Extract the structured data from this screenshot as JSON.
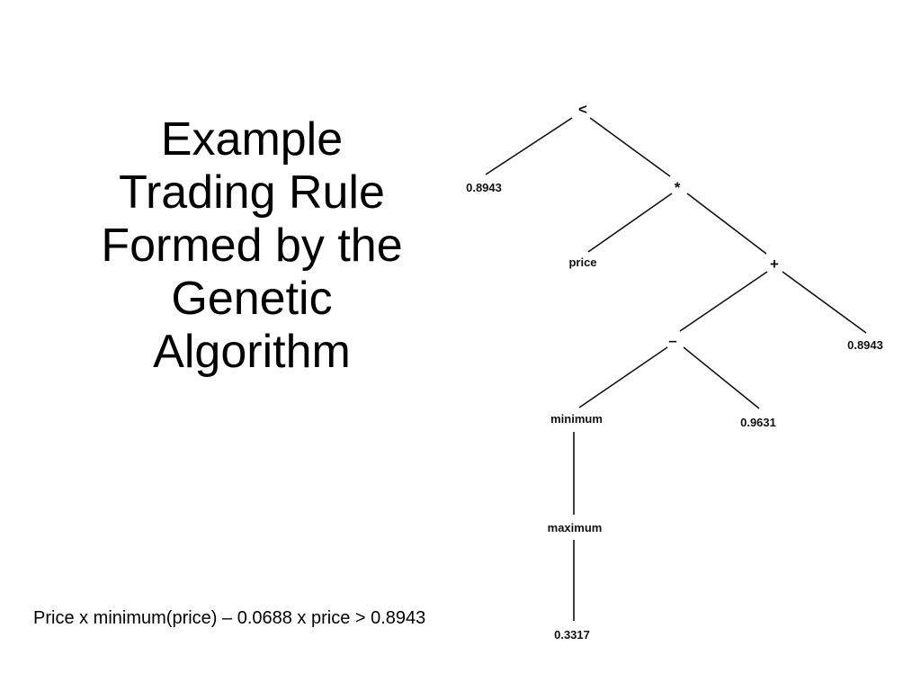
{
  "title_lines": [
    "Example",
    "Trading Rule",
    "Formed by the",
    "Genetic",
    "Algorithm"
  ],
  "formula": "Price x minimum(price) – 0.0688 x price > 0.8943",
  "tree": {
    "nodes": {
      "root": "<",
      "left_const": "0.8943",
      "mult": "*",
      "price": "price",
      "plus": "+",
      "minus": "–",
      "right_const": "0.8943",
      "minimum": "minimum",
      "const_9631": "0.9631",
      "maximum": "maximum",
      "const_3317": "0.3317"
    }
  },
  "colors": {
    "text": "#000000",
    "lines": "#111111",
    "background": "#ffffff"
  }
}
